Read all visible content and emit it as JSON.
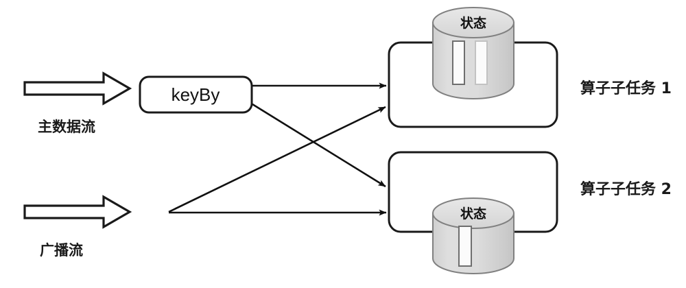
{
  "diagram": {
    "title": "Flink broadcast state operator subtask diagram",
    "background_color": "#ffffff",
    "stroke_color": "#1a1a1a",
    "cylinder_fill": "#d9d9d9",
    "cylinder_top_fill": "#e3e3e3",
    "cylinder_bar_fill": "#fbfbfb",
    "box_fill": "#ffffff"
  },
  "streams": [
    {
      "id": "main-stream",
      "label": "主数据流",
      "arrow_name": "main-stream-arrow"
    },
    {
      "id": "broadcast-stream",
      "label": "广播流",
      "arrow_name": "broadcast-stream-arrow"
    }
  ],
  "nodes": {
    "keyby": {
      "label": "keyBy"
    }
  },
  "subtasks": [
    {
      "id": "subtask-1",
      "label": "算子子任务 1",
      "state": {
        "label": "状态",
        "bars": 2,
        "position": "top"
      }
    },
    {
      "id": "subtask-2",
      "label": "算子子任务 2",
      "state": {
        "label": "状态",
        "bars": 1,
        "position": "bottom"
      }
    }
  ],
  "connections": [
    {
      "id": "keyby-to-subtask-1",
      "from": "keyby",
      "to": "subtask-1",
      "kind": "straight"
    },
    {
      "id": "keyby-to-subtask-2",
      "from": "keyby",
      "to": "subtask-2",
      "kind": "diagonal"
    },
    {
      "id": "broadcast-to-subtask-1",
      "from": "broadcast-stream",
      "to": "subtask-1",
      "kind": "diagonal"
    },
    {
      "id": "broadcast-to-subtask-2",
      "from": "broadcast-stream",
      "to": "subtask-2",
      "kind": "straight"
    }
  ]
}
